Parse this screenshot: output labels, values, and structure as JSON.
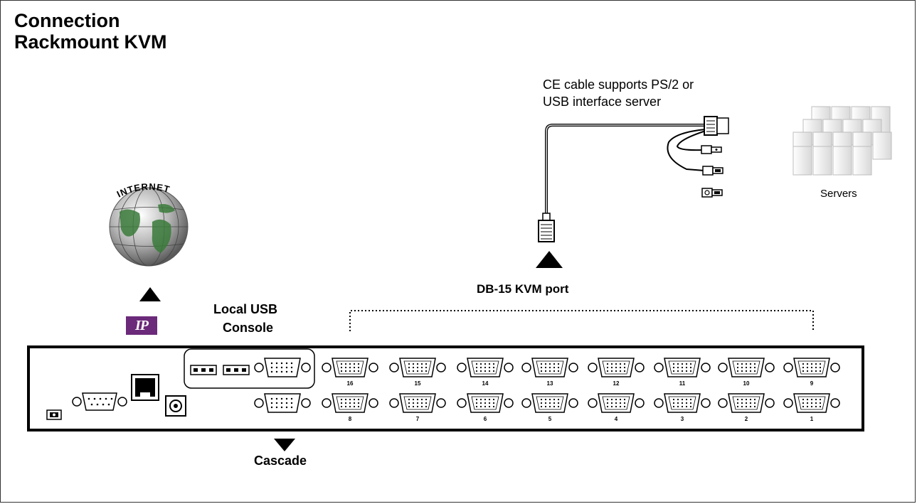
{
  "title": {
    "line1": "Connection",
    "line2": "Rackmount KVM"
  },
  "labels": {
    "ce_cable_line1": "CE cable supports PS/2 or",
    "ce_cable_line2": "USB interface server",
    "servers": "Servers",
    "db15_port": "DB-15 KVM port",
    "local_usb_line1": "Local USB",
    "local_usb_line2": "Console",
    "cascade": "Cascade",
    "ip_badge": "IP",
    "internet": "INTERNET"
  },
  "ports": {
    "top_row": [
      "16",
      "15",
      "14",
      "13",
      "12",
      "11",
      "10",
      "9"
    ],
    "bottom_row": [
      "8",
      "7",
      "6",
      "5",
      "4",
      "3",
      "2",
      "1"
    ]
  }
}
